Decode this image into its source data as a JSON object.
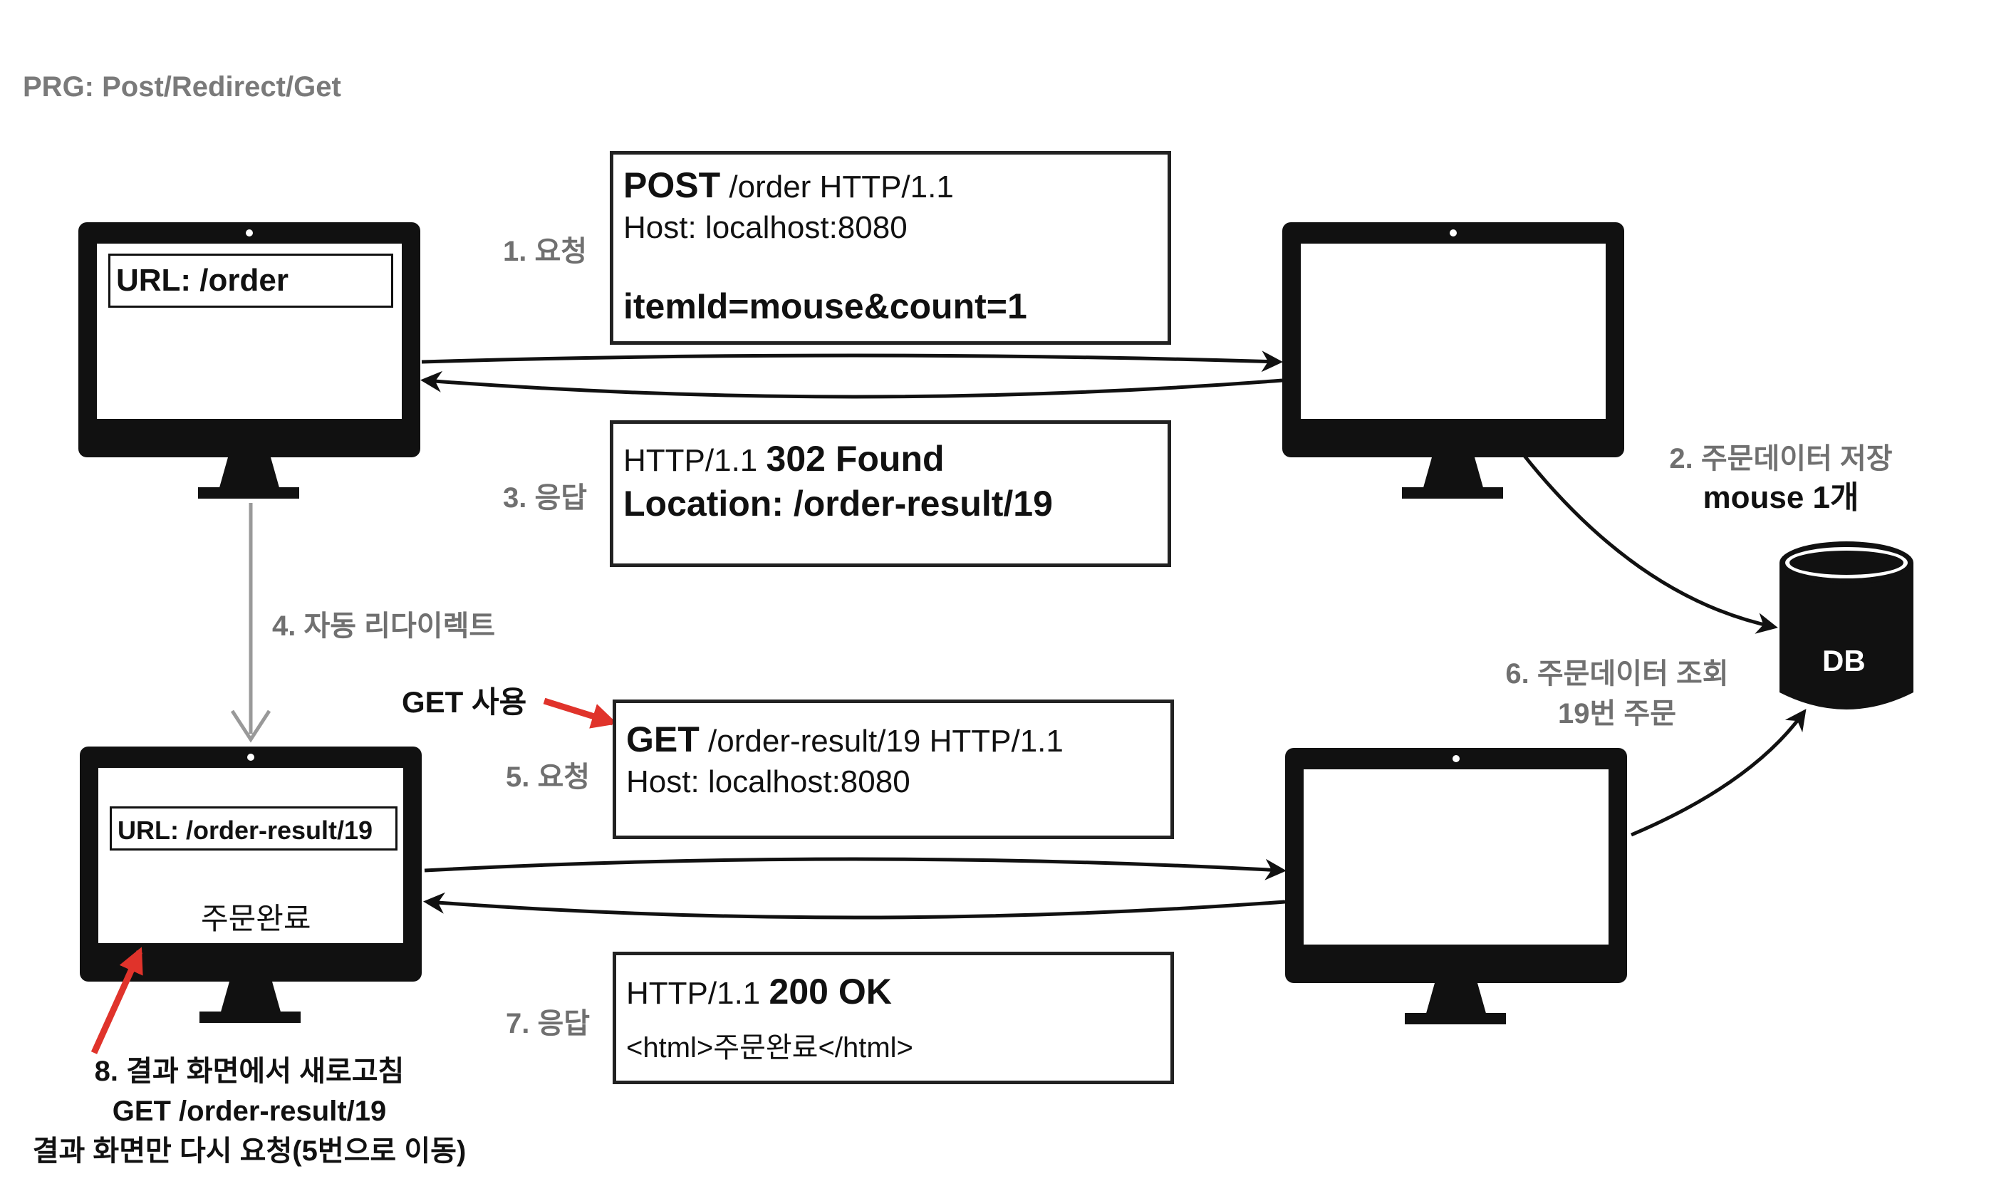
{
  "title": "PRG: Post/Redirect/Get",
  "steps": {
    "s1": "1. 요청",
    "s2_line1": "2. 주문데이터 저장",
    "s2_line2": "mouse 1개",
    "s3": "3. 응답",
    "s4": "4. 자동 리다이렉트",
    "s5": "5. 요청",
    "s6_line1": "6. 주문데이터 조회",
    "s6_line2": "19번 주문",
    "s7": "7. 응답",
    "get_note": "GET 사용",
    "s8_line1": "8. 결과 화면에서 새로고침",
    "s8_line2": "GET /order-result/19",
    "s8_line3": "결과 화면만 다시 요청(5번으로 이동)"
  },
  "client_top": {
    "url": "URL: /order"
  },
  "client_bottom": {
    "url": "URL: /order-result/19",
    "content": "주문완료"
  },
  "db": {
    "label": "DB"
  },
  "request1": {
    "method": "POST",
    "path": "/order HTTP/1.1",
    "host": "Host: localhost:8080",
    "body": "itemId=mouse&count=1"
  },
  "response1": {
    "protocol": "HTTP/1.1",
    "status": "302 Found",
    "location": "Location: /order-result/19"
  },
  "request2": {
    "method": "GET",
    "path": "/order-result/19 HTTP/1.1",
    "host": "Host: localhost:8080"
  },
  "response2": {
    "protocol": "HTTP/1.1",
    "status": "200 OK",
    "body": "<html>주문완료</html>"
  },
  "colors": {
    "accent_red": "#e0332b",
    "gray_text": "#707070",
    "black": "#111111"
  }
}
